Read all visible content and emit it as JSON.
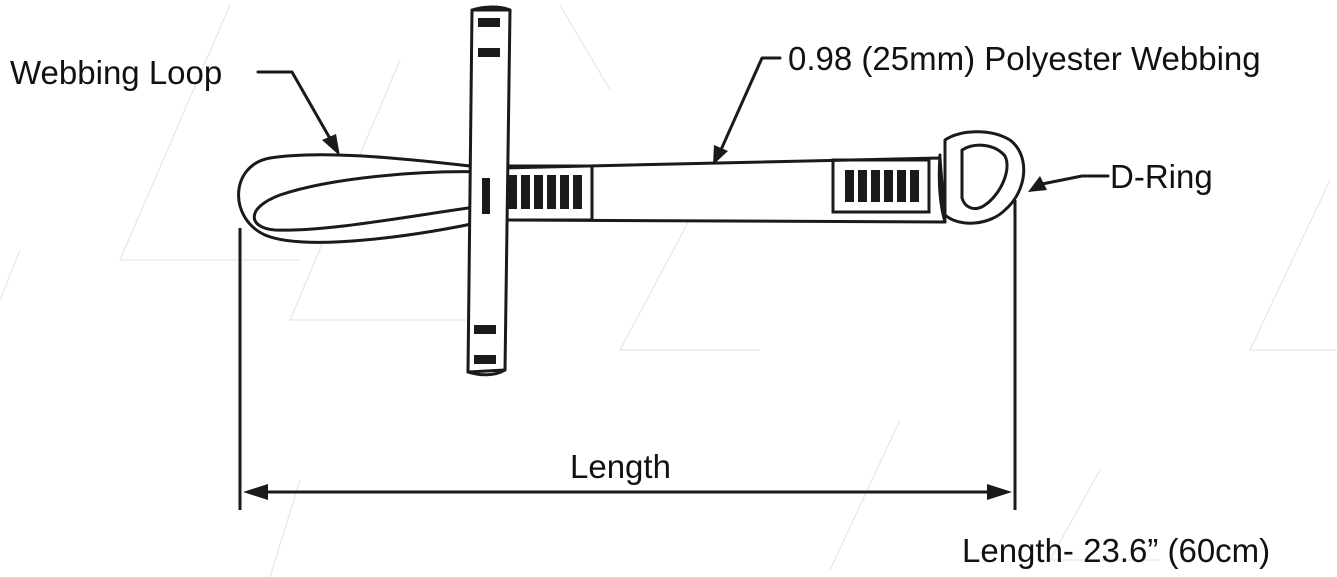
{
  "labels": {
    "webbing_loop": "Webbing Loop",
    "webbing_spec": "0.98 (25mm) Polyester Webbing",
    "d_ring": "D-Ring",
    "dimension": "Length",
    "length_spec": "Length- 23.6” (60cm)"
  },
  "colors": {
    "ink": "#1a1a1a",
    "watermark": "#e6e6e6",
    "background": "#ffffff"
  }
}
